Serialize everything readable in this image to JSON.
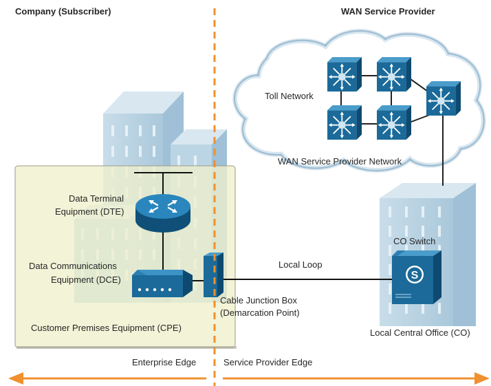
{
  "headers": {
    "left": "Company (Subscriber)",
    "right": "WAN Service Provider"
  },
  "cloud": {
    "toll_label": "Toll Network",
    "network_label": "WAN Service Provider Network"
  },
  "customer": {
    "dte_line1": "Data Terminal",
    "dte_line2": "Equipment (DTE)",
    "dce_line1": "Data Communications",
    "dce_line2": "Equipment (DCE)",
    "cpe_label": "Customer Premises Equipment (CPE)"
  },
  "links": {
    "local_loop": "Local Loop",
    "junction_line1": "Cable Junction Box",
    "junction_line2": "(Demarcation Point)"
  },
  "central_office": {
    "switch_label": "CO Switch",
    "switch_icon_letter": "S",
    "office_label": "Local Central Office (CO)"
  },
  "edges": {
    "enterprise": "Enterprise Edge",
    "provider": "Service Provider Edge"
  },
  "colors": {
    "demarcation": "#f0902e",
    "cpe_fill": "#eef0cc",
    "device_blue": "#1d6d9c",
    "building": "#b8d3e3"
  },
  "icons": {
    "router": "router-icon",
    "modem": "modem-icon",
    "junction": "junction-box-icon",
    "co_switch": "co-switch-icon",
    "wan_switches": "atm-switch-icon"
  }
}
